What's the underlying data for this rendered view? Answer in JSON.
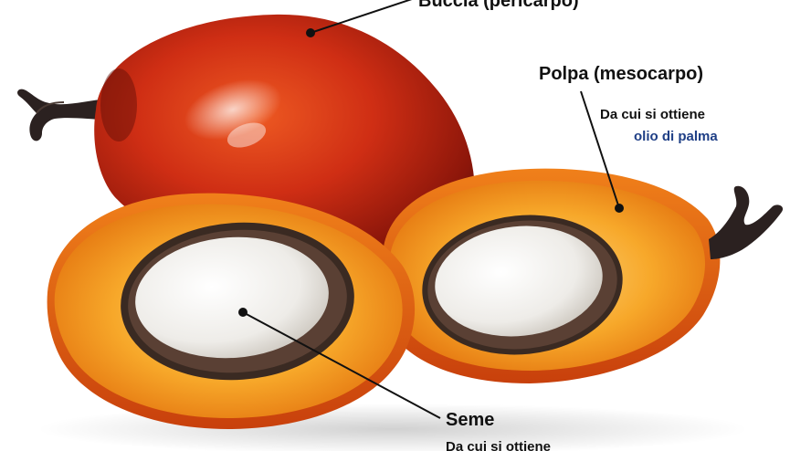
{
  "labels": {
    "buccia": "Buccia (pericarpo)",
    "polpa": "Polpa (mesocarpo)",
    "polpa_sub_line1": "Da cui si ottiene",
    "polpa_sub_line2": "olio di palma",
    "seme": "Seme",
    "seme_sub": "Da cui si ottiene"
  },
  "colors": {
    "skin_red": "#c92a12",
    "skin_dark": "#7d1208",
    "pulp_orange": "#f49a1c",
    "pulp_light": "#fbd06a",
    "shell_dark": "#3a2a22",
    "seed_white": "#f2f0ec",
    "stem_dark": "#2a2220",
    "highlight_blue": "#1f3f86"
  }
}
